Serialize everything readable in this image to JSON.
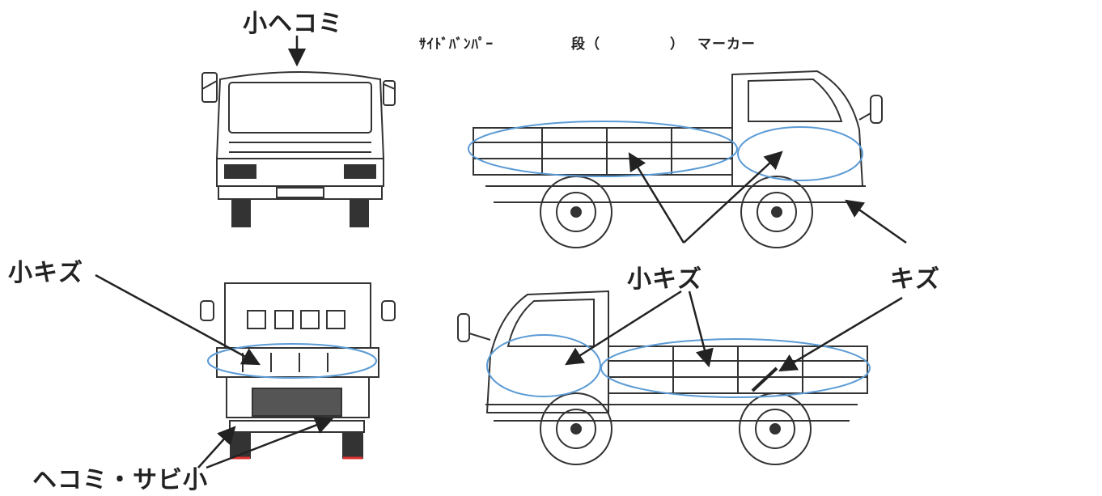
{
  "header": {
    "side_bumper": "ｻｲﾄﾞﾊﾞﾝﾊﾟｰ",
    "step_open": "段（",
    "step_close": "）",
    "marker": "マーカー"
  },
  "annotations": {
    "front_roof_dent": "小ヘコミ",
    "rear_small_scratch": "小キズ",
    "rear_dent_rust": "ヘコミ・サビ小",
    "side_small_scratch": "小キズ",
    "side_scratch": "キズ"
  },
  "colors": {
    "highlight": "#5b9bd5",
    "line": "#222222",
    "truck": "#333333",
    "accent_red": "#e03030"
  }
}
